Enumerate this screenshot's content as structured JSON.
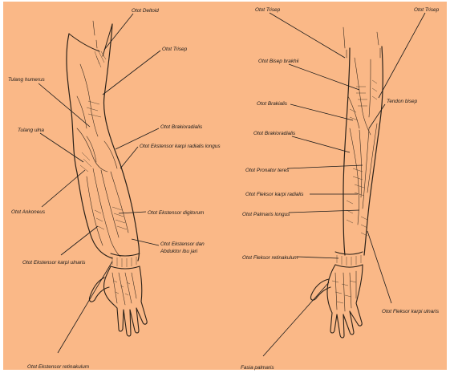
{
  "figure": {
    "background": "#fab887",
    "ink_color": "#2b2118",
    "left_arm": {
      "labels": {
        "deltoid": "Otot Deltoid",
        "trisep": "Otot Trisep",
        "tulang_humerus": "Tulang humerus",
        "brakioradialis": "Otot Brakioradialis",
        "tulang_ulna": "Tulang ulna",
        "ekstensor_karpi_radialis_longus": "Otot Ekstensor karpi radialis longus",
        "ankoneus": "Otot Ankoneus",
        "ekstensor_digitorum": "Otot Ekstensor digitorum",
        "ekstensor_karpi_ulnaris": "Otot Ekstensor karpi ulnaris",
        "ekstensor_dan_abduktor_line1": "Otot Ekstensor dan",
        "ekstensor_dan_abduktor_line2": "Abduktor ibu jari",
        "ekstensor_retinakulum": "Otot Ekstensor retinakulum"
      }
    },
    "right_arm": {
      "labels": {
        "trisep_top": "Otot Trisep",
        "trisep_right": "Otot Trisep",
        "bisep_brakhii": "Otot Bisep brakhii",
        "brakialis": "Otot Brakialis",
        "tendon_bisep": "Tendon bisep",
        "brakioradialis": "Otot Brakioradialis",
        "pronator_teres": "Otot Pronator teres",
        "fleksor_karpi_radialis": "Otot Fleksor karpi radialis",
        "palmaris_longus": "Otot Palmaris longus",
        "fleksor_retinakulum": "Otot Fleksor retinakulum",
        "fleksor_karpi_ulnaris": "Otot Fleksor karpi ulnaris",
        "fasia_palmaris": "Fasia palmaris"
      }
    }
  }
}
